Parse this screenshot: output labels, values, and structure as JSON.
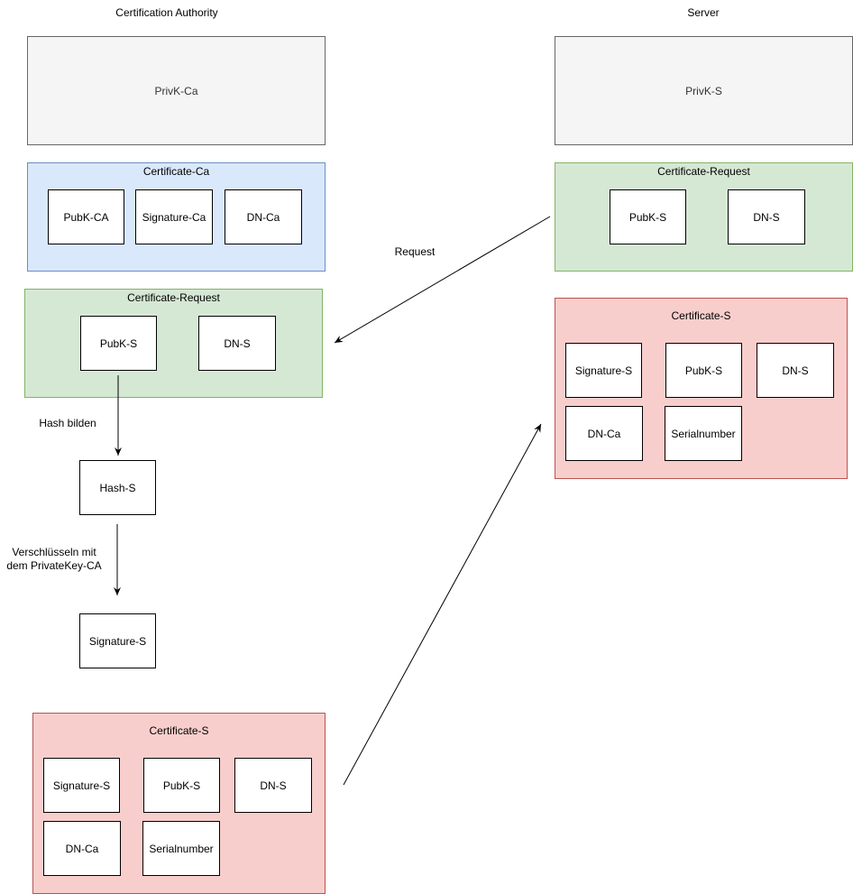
{
  "headers": {
    "ca": "Certification Authority",
    "server": "Server"
  },
  "ca": {
    "private_key": "PrivK-Ca",
    "certificate_ca": {
      "title": "Certificate-Ca",
      "pubk": "PubK-CA",
      "signature": "Signature-Ca",
      "dn": "DN-Ca"
    },
    "request": {
      "title": "Certificate-Request",
      "pubk": "PubK-S",
      "dn": "DN-S"
    },
    "hash_label": "Hash bilden",
    "hash_box": "Hash-S",
    "encrypt_label_1": "Verschlüsseln mit",
    "encrypt_label_2": "dem PrivateKey-CA",
    "signature_box": "Signature-S",
    "certificate_s": {
      "title": "Certificate-S",
      "signature": "Signature-S",
      "pubk": "PubK-S",
      "dn_s": "DN-S",
      "dn_ca": "DN-Ca",
      "serial": "Serialnumber"
    }
  },
  "server": {
    "private_key": "PrivK-S",
    "request": {
      "title": "Certificate-Request",
      "pubk": "PubK-S",
      "dn": "DN-S"
    },
    "certificate_s": {
      "title": "Certificate-S",
      "signature": "Signature-S",
      "pubk": "PubK-S",
      "dn_s": "DN-S",
      "dn_ca": "DN-Ca",
      "serial": "Serialnumber"
    }
  },
  "request_label": "Request"
}
